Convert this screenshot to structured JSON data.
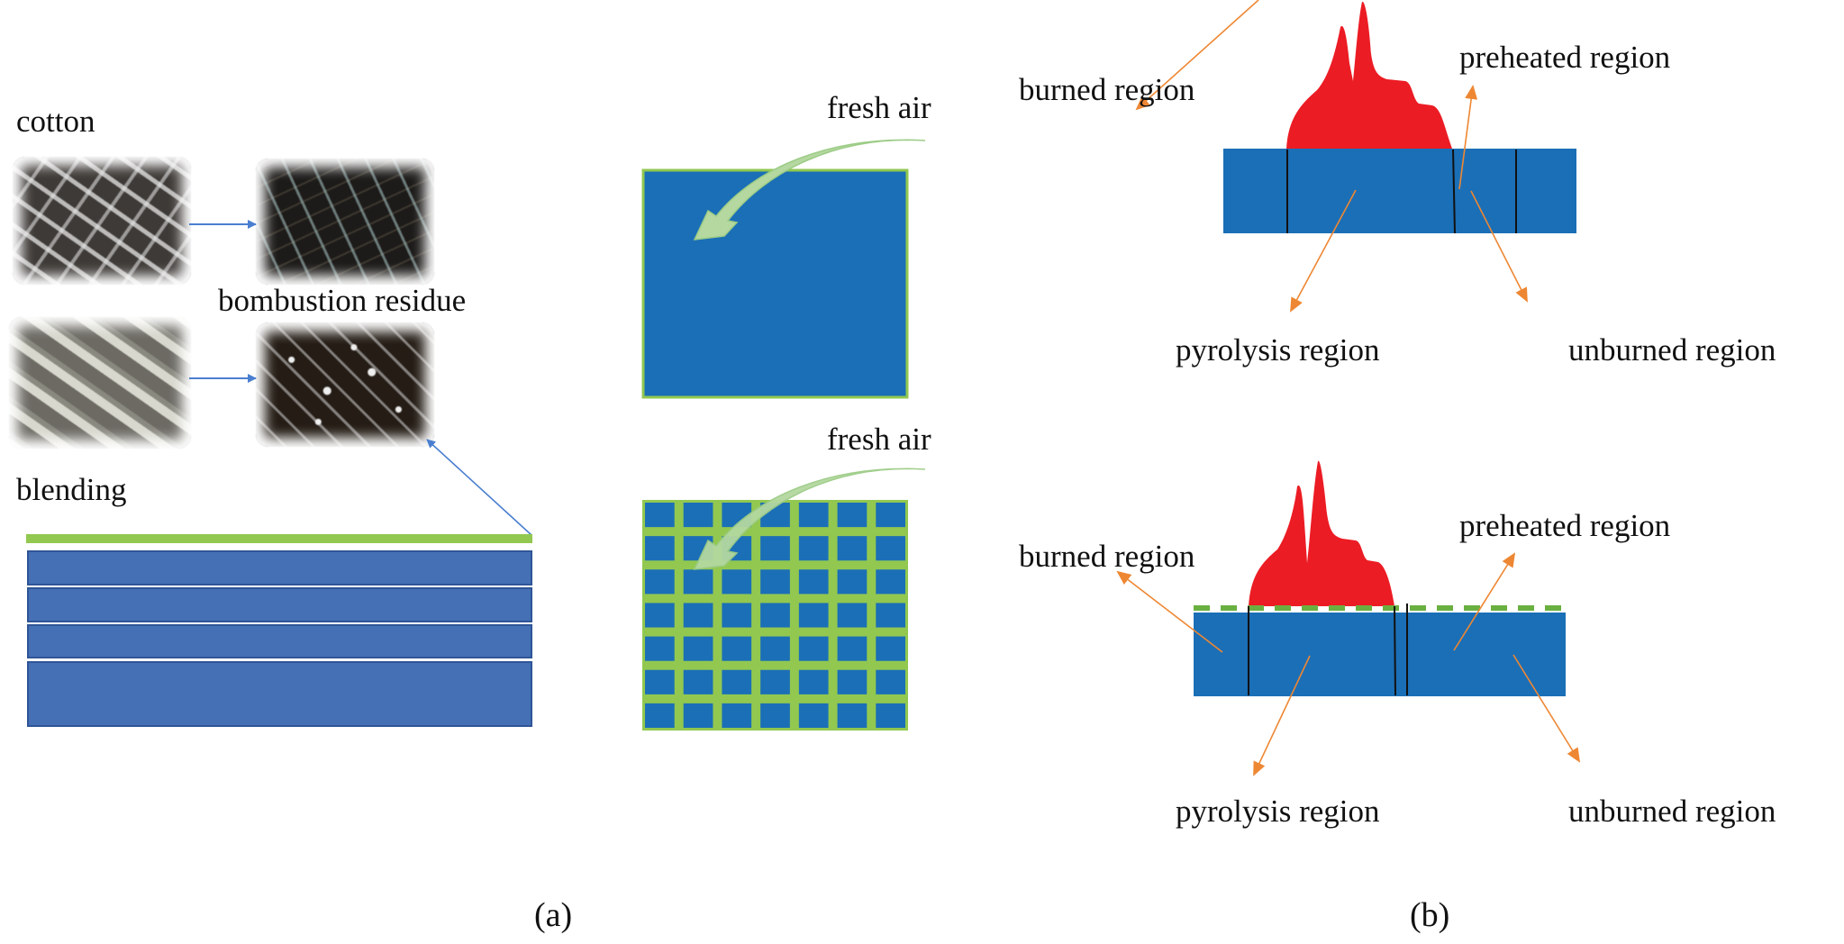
{
  "panel_a": {
    "caption": "(a)",
    "photo_labels": {
      "cotton": "cotton",
      "combustion_residue": "bombustion residue",
      "blending": "blending"
    },
    "photos": [
      {
        "name": "cotton-fabric-photo",
        "description": "cotton"
      },
      {
        "name": "cotton-residue-photo",
        "description": "bombustion residue"
      },
      {
        "name": "blending-fabric-photo",
        "description": "blending"
      },
      {
        "name": "blending-residue-photo",
        "description": "bombustion residue"
      }
    ],
    "layers": {
      "coating_layer_count": 1,
      "fabric_layer_count": 4
    },
    "fresh_air_top": "fresh air",
    "fresh_air_bottom": "fresh air",
    "grid": {
      "columns": 7,
      "rows": 7
    }
  },
  "panel_b": {
    "caption": "(b)",
    "top": {
      "burned": "burned region",
      "preheated": "preheated region",
      "pyrolysis": "pyrolysis region",
      "unburned": "unburned region"
    },
    "bottom": {
      "burned": "burned region",
      "preheated": "preheated region",
      "pyrolysis": "pyrolysis region",
      "unburned": "unburned region"
    }
  },
  "colors": {
    "fabric_blue": "#1b6fb6",
    "layer_blue": "#4670b5",
    "coating_green": "#92c850",
    "arrow_green": "#b4d8a0",
    "flame_red": "#ec1c24",
    "leader_orange": "#ee8733",
    "link_blue": "#4a7fd0"
  }
}
